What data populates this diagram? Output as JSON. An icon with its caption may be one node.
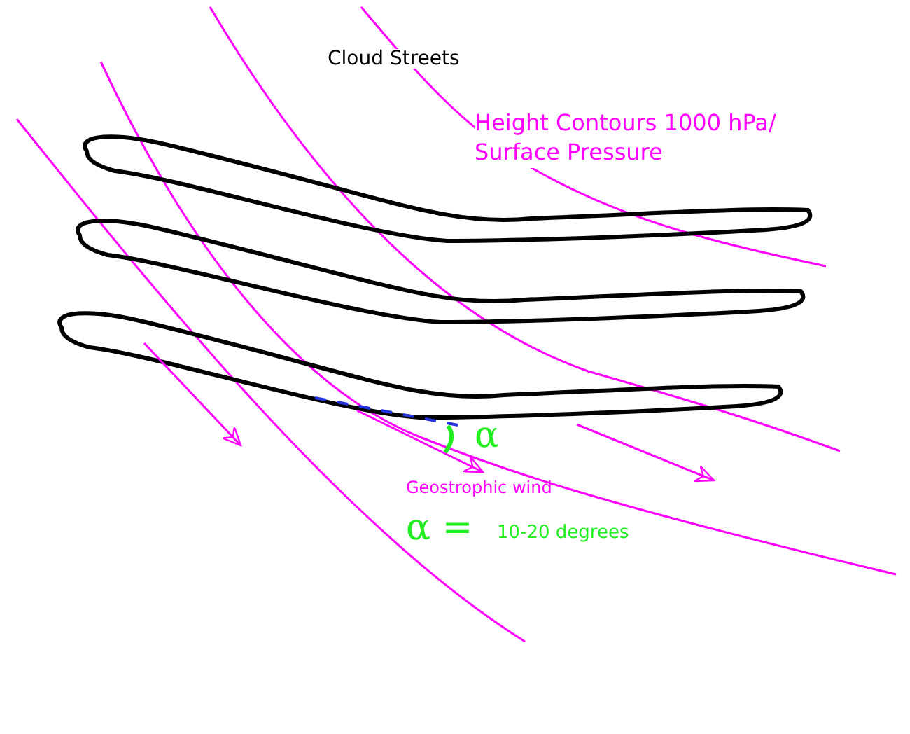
{
  "diagram": {
    "labels": [
      "Cloud Streets",
      "Height Contours 1000 hPa/ Surface Pressure",
      "α",
      "Geostrophic wind",
      "α =",
      "10-20 degrees"
    ]
  }
}
